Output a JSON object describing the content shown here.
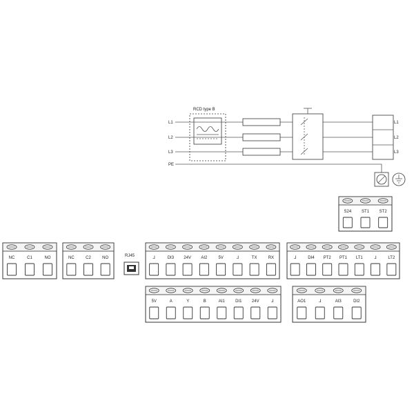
{
  "supply": {
    "lines_in": [
      "L1",
      "L2",
      "L3"
    ],
    "pe_label": "PE",
    "rcd_label": "RCD type B",
    "lines_out": [
      "L1",
      "L2",
      "L3"
    ]
  },
  "blocks": {
    "relay1": [
      "NC",
      "C1",
      "NO"
    ],
    "relay2": [
      "NC",
      "C2",
      "NO"
    ],
    "rj45": "RJ45",
    "main_top": [
      "⅃",
      "DI3",
      "24V",
      "AI2",
      "5V",
      "⅃",
      "TX",
      "RX"
    ],
    "right_top": [
      "⅃",
      "DI4",
      "PT2",
      "PT1",
      "LT1",
      "⅃",
      "LT2"
    ],
    "main_bottom": [
      "5V",
      "A",
      "Y",
      "B",
      "AI1",
      "DI1",
      "24V",
      "⅃"
    ],
    "right_bottom": [
      "AO1",
      "⅃",
      "AI3",
      "DI2"
    ],
    "safety": [
      "S24",
      "ST1",
      "ST2"
    ]
  },
  "colors": {
    "line": "#333333",
    "header": "#f4f4f4"
  }
}
